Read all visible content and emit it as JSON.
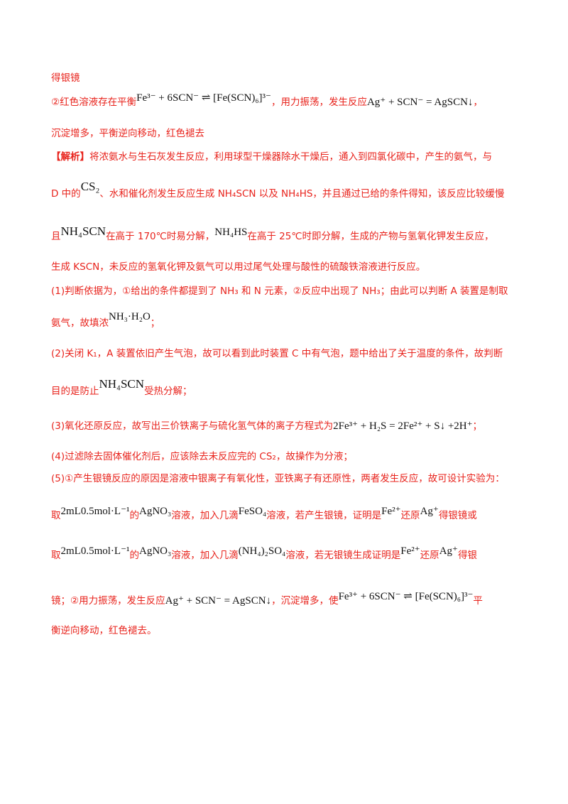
{
  "lines": {
    "l1": "得银镜",
    "l2a": "②红色溶液存在平衡",
    "l2eq1": "Fe³⁻ + 6SCN⁻ ⇌ [Fe(SCN)₆]³⁻",
    "l2b": "，用力振荡，发生反应",
    "l2eq2": "Ag⁺ + SCN⁻ = AgSCN↓",
    "l2c": "，",
    "l3": "沉淀增多，平衡逆向移动，红色褪去",
    "l4tag": "【解析】",
    "l4": "将浓氨水与生石灰发生反应，利用球型干燥器除水干燥后，通入到四氯化碳中，产生的氨气，与",
    "l5a": "D 中的",
    "l5eq": "CS₂",
    "l5b": "、水和催化剂发生反应生成 NH₄SCN 以及 NH₄HS，并且通过已给的条件得知，该反应比较缓慢",
    "l6a": "且",
    "l6eq1": "NH₄SCN",
    "l6b": "在高于 170℃时易分解，",
    "l6eq2": "NH₄HS",
    "l6c": "在高于 25℃时即分解，生成的产物与氢氧化钾发生反应，",
    "l7": "生成 KSCN，未反应的氢氧化钾及氨气可以用过尾气处理与酸性的硫酸铁溶液进行反应。",
    "l8": "(1)判断依据为，①给出的条件都提到了 NH₃ 和 N 元素，②反应中出现了 NH₃；由此可以判断 A 装置是制取",
    "l9a": "氨气，故填浓",
    "l9eq": "NH₃·H₂O",
    "l9b": "；",
    "l10": "(2)关闭 K₁，A 装置依旧产生气泡，故可以看到此时装置 C 中有气泡，题中给出了关于温度的条件，故判断",
    "l11a": "目的是防止",
    "l11eq": "NH₄SCN",
    "l11b": "受热分解；",
    "l12a": "(3)氧化还原反应，故写出三价铁离子与硫化氢气体的离子方程式为",
    "l12eq": "2Fe³⁺ + H₂S = 2Fe²⁺ + S↓ +2H⁺",
    "l12b": "；",
    "l13": "(4)过滤除去固体催化剂后，应该除去未反应完的 CS₂，故操作为分液；",
    "l14": "(5)①产生银镜反应的原因是溶液中银离子有氧化性，亚铁离子有还原性，两者发生反应，故可设计实验为：",
    "l15a": "取",
    "l15eq1": "2mL0.5mol·L⁻¹",
    "l15b": "的",
    "l15eq2": "AgNO₃",
    "l15c": "溶液，加入几滴",
    "l15eq3": "FeSO₄",
    "l15d": "溶液，若产生银镜，证明是",
    "l15eq4": "Fe²⁺",
    "l15e": "还原",
    "l15eq5": "Ag⁺",
    "l15f": "得银镜或",
    "l16a": "取",
    "l16eq1": "2mL0.5mol·L⁻¹",
    "l16b": "的",
    "l16eq2": "AgNO₃",
    "l16c": "溶液，加入几滴",
    "l16eq3": "(NH₄)₂SO₄",
    "l16d": "溶液，若无银镜生成证明是",
    "l16eq4": "Fe²⁺",
    "l16e": "还原",
    "l16eq5": "Ag⁺",
    "l16f": "得银",
    "l17a": "镜；②用力振荡，发生反应",
    "l17eq1": "Ag⁺ + SCN⁻ = AgSCN↓",
    "l17b": "，沉淀增多，使",
    "l17eq2": "Fe³⁺ + 6SCN⁻ ⇌ [Fe(SCN)₆]³⁻",
    "l17c": "平",
    "l18": "衡逆向移动，红色褪去。"
  }
}
